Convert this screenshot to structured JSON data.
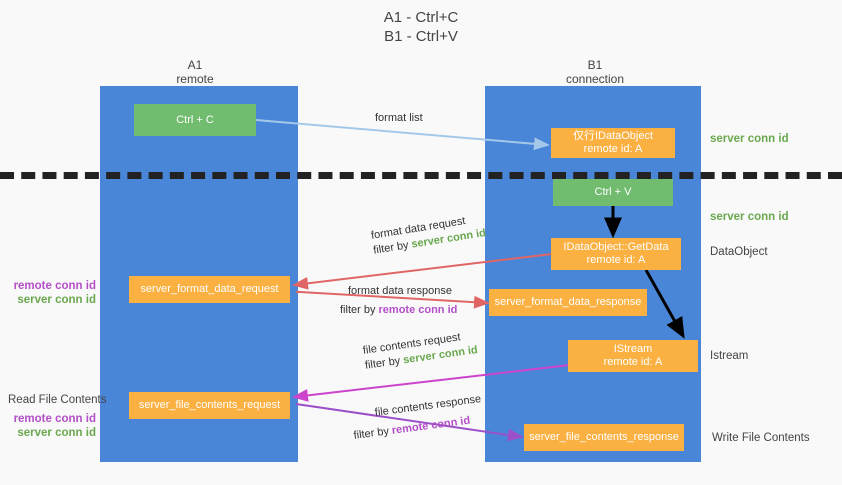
{
  "title": {
    "line1": "A1 - Ctrl+C",
    "line2": "B1 - Ctrl+V"
  },
  "columns": [
    {
      "name": "A1",
      "sub": "remote"
    },
    {
      "name": "B1",
      "sub": "connection"
    }
  ],
  "nodes": {
    "ctrl_c": {
      "label": "Ctrl + C"
    },
    "ctrl_v": {
      "label": "Ctrl + V"
    },
    "idataobject": {
      "line1": "仅行IDataObject",
      "line2": "remote id: A"
    },
    "getdata": {
      "line1": "IDataObject::GetData",
      "line2": "remote id: A"
    },
    "istream": {
      "line1": "IStream",
      "line2": "remote id: A"
    },
    "server_format_data_request": {
      "label": "server_format_data_request"
    },
    "server_format_data_response": {
      "label": "server_format_data_response"
    },
    "server_file_contents_request": {
      "label": "server_file_contents_request"
    },
    "server_file_contents_response": {
      "label": "server_file_contents_response"
    }
  },
  "edges": {
    "format_list": {
      "label": "format list"
    },
    "format_data_request": {
      "label": "format data request",
      "filter_prefix": "filter by ",
      "filter_value": "server conn id"
    },
    "format_data_response": {
      "label": "format data response",
      "filter_prefix": "filter by ",
      "filter_value": "remote conn id"
    },
    "file_contents_request": {
      "label": "file contents request",
      "filter_prefix": "filter by ",
      "filter_value": "server conn id"
    },
    "file_contents_response": {
      "label": "file contents response",
      "filter_prefix": "filter by ",
      "filter_value": "remote conn id"
    }
  },
  "side_labels": {
    "right_server_conn_id_top": "server conn id",
    "right_server_conn_id_mid": "server conn id",
    "right_dataobject": "DataObject",
    "right_istream": "Istream",
    "right_write_file_contents": "Write File Contents",
    "left_remote_conn_id_1": "remote conn id",
    "left_server_conn_id_1": "server conn id",
    "left_read_file_contents": "Read File Contents",
    "left_remote_conn_id_2": "remote conn id",
    "left_server_conn_id_2": "server conn id"
  },
  "colors": {
    "lane": "#4a86d8",
    "green_node": "#72bc70",
    "orange_node": "#fbb042",
    "green_text": "#6aa84f",
    "purple_text": "#b44fc8",
    "arrow_blue": "#a4c8ea",
    "arrow_red": "#e06666",
    "arrow_magenta": "#cc44cc",
    "arrow_purple": "#9b4fc8",
    "arrow_black": "#000000",
    "divider": "#222222",
    "background": "#f9f9f9"
  }
}
